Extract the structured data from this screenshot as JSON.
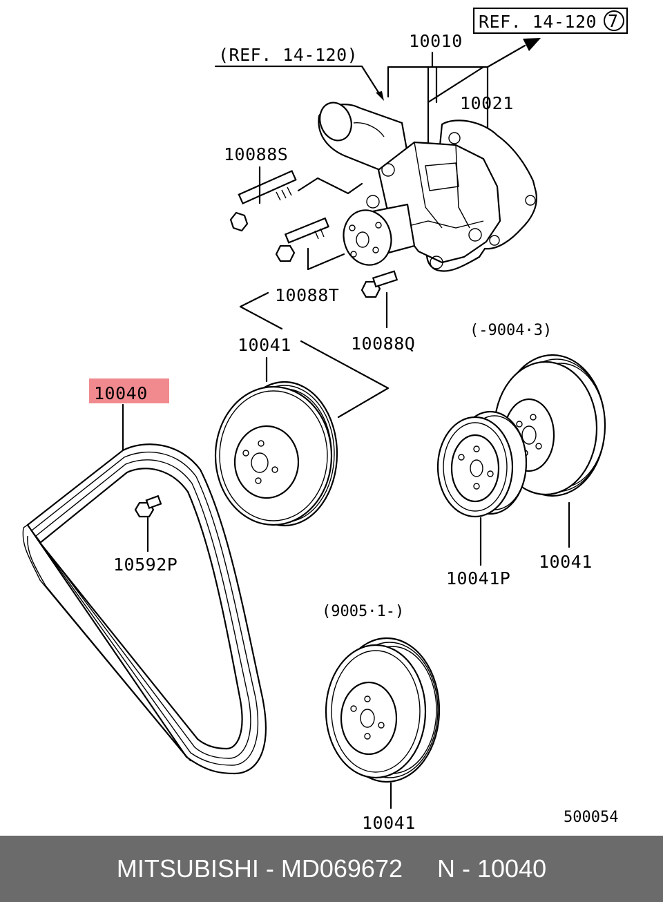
{
  "labels": {
    "ref_box": "REF. 14-120",
    "ref_box_circle": "7",
    "ref_paren": "(REF. 14-120)",
    "water_pump": "10010",
    "gasket": "10021",
    "bolt_s": "10088S",
    "bolt_t": "10088T",
    "bolt_q": "10088Q",
    "pulley_top": "10041",
    "belt": "10040",
    "bolt_p": "10592P",
    "pulley_right_p": "10041P",
    "pulley_right": "10041",
    "pulley_bottom": "10041",
    "range_early": "(-9004·3)",
    "range_late": "(9005·1-)",
    "diagram_no": "500054"
  },
  "highlight": {
    "part": "10040",
    "color": "#f08a8e"
  },
  "footer": {
    "text": "MITSUBISHI - MD069672     N - 10040",
    "background": "#6b6b6b",
    "color": "#ffffff"
  }
}
